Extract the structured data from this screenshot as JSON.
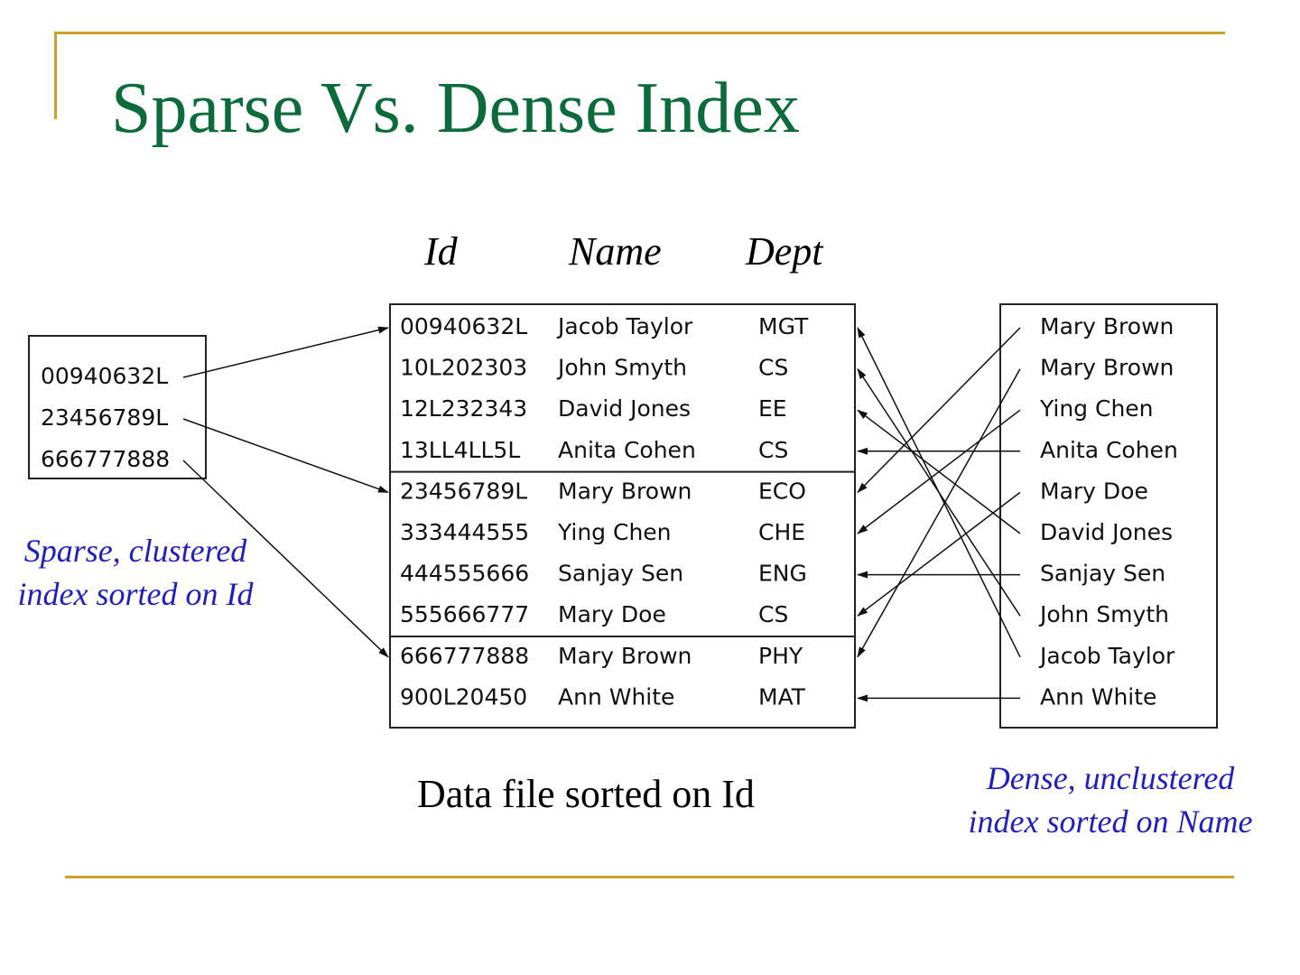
{
  "title": "Sparse Vs. Dense Index",
  "columns": {
    "id": "Id",
    "name": "Name",
    "dept": "Dept"
  },
  "sparse_index": {
    "entries": [
      "00940632L",
      "23456789L",
      "666777888"
    ],
    "targets": [
      0,
      4,
      8
    ],
    "caption_line1": "Sparse, clustered",
    "caption_line2": "index sorted on Id"
  },
  "data_file": {
    "rows": [
      {
        "id": "00940632L",
        "name": "Jacob Taylor",
        "dept": "MGT"
      },
      {
        "id": "10L202303",
        "name": "John Smyth",
        "dept": "CS"
      },
      {
        "id": "12L232343",
        "name": "David Jones",
        "dept": "EE"
      },
      {
        "id": "13LL4LL5L",
        "name": "Anita Cohen",
        "dept": "CS"
      },
      {
        "id": "23456789L",
        "name": "Mary Brown",
        "dept": "ECO"
      },
      {
        "id": "333444555",
        "name": "Ying Chen",
        "dept": "CHE"
      },
      {
        "id": "444555666",
        "name": "Sanjay Sen",
        "dept": "ENG"
      },
      {
        "id": "555666777",
        "name": "Mary Doe",
        "dept": "CS"
      },
      {
        "id": "666777888",
        "name": "Mary Brown",
        "dept": "PHY"
      },
      {
        "id": "900L20450",
        "name": "Ann White",
        "dept": "MAT"
      }
    ],
    "block_breaks": [
      4,
      8
    ],
    "caption": "Data file sorted on Id"
  },
  "dense_index": {
    "entries": [
      "Mary Brown",
      "Mary Brown",
      "Ying Chen",
      "Anita Cohen",
      "Mary Doe",
      "David Jones",
      "Sanjay Sen",
      "John Smyth",
      "Jacob Taylor",
      "Ann White"
    ],
    "targets": [
      4,
      8,
      5,
      3,
      7,
      2,
      6,
      1,
      0,
      9
    ],
    "caption_line1": "Dense, unclustered",
    "caption_line2": "index sorted on Name"
  }
}
